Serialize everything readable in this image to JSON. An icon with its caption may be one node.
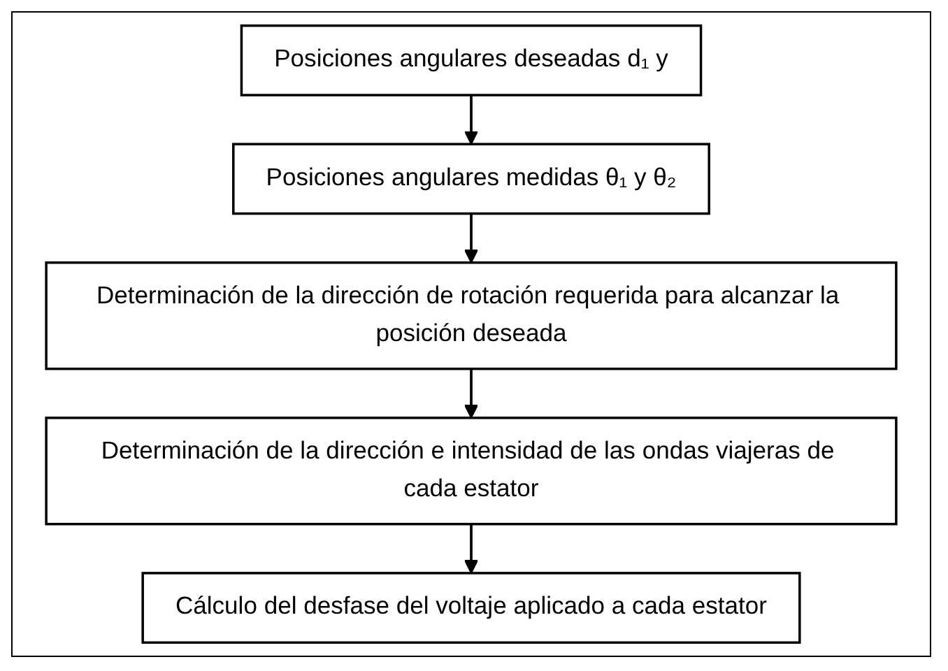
{
  "diagram": {
    "nodes": [
      {
        "text": [
          "Posiciones angulares deseadas d₁ y"
        ]
      },
      {
        "text": [
          "Posiciones angulares medidas θ₁ y θ₂"
        ]
      },
      {
        "text": [
          "Determinación de la dirección de rotación requerida para alcanzar la posición deseada"
        ]
      },
      {
        "text": [
          "Determinación de la dirección e intensidad de las ondas viajeras de cada estator"
        ]
      },
      {
        "text": [
          "Cálculo del desfase del voltaje aplicado a cada estator"
        ]
      }
    ],
    "edges": [
      {
        "from": 0,
        "to": 1,
        "arrow": "to"
      },
      {
        "from": 1,
        "to": 2,
        "arrow": "to"
      },
      {
        "from": 2,
        "to": 3,
        "arrow": "to"
      },
      {
        "from": 3,
        "to": 4,
        "arrow": "to"
      }
    ]
  }
}
